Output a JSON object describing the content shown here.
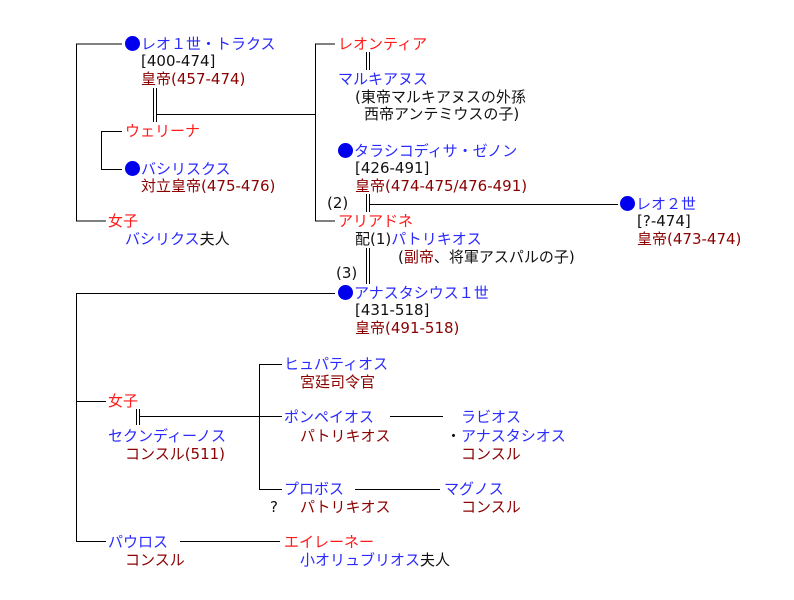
{
  "leo1": {
    "name": "レオ１世・トラクス",
    "life": "[400-474]",
    "reign": "皇帝(457-474)"
  },
  "verina": {
    "name": "ウェリーナ"
  },
  "basiliscus": {
    "name": "バシリスクス",
    "reign": "対立皇帝(475-476)"
  },
  "daughter1": {
    "name": "女子",
    "spouse": "バシリクス",
    "suffix": "夫人"
  },
  "leontia": {
    "name": "レオンティア"
  },
  "marcianus": {
    "name": "マルキアヌス",
    "note1": "(東帝マルキアヌスの外孫",
    "note2": "西帝アンテミウスの子)"
  },
  "zeno": {
    "name": "タラシコディサ・ゼノン",
    "life": "[426-491]",
    "reign": "皇帝(474-475/476-491)",
    "marker": "(2)"
  },
  "ariadne": {
    "name": "アリアドネ",
    "spouse_prefix": "配(1)",
    "spouse": "パトリキオス",
    "note_open": "(",
    "note_title": "副帝",
    "note_rest": "、将軍アスパルの子)"
  },
  "anastasius": {
    "name": "アナスタシウス１世",
    "life": "[431-518]",
    "reign": "皇帝(491-518)",
    "marker": "(3)"
  },
  "leo2": {
    "name": "レオ２世",
    "life": "[?-474]",
    "reign": "皇帝(473-474)"
  },
  "hypatius": {
    "name": "ヒュパティオス",
    "title": "宮廷司令官"
  },
  "daughter2": {
    "name": "女子"
  },
  "secundinus": {
    "name": "セクンディーノス",
    "title": "コンスル(511)"
  },
  "pompeius": {
    "name": "ポンペイオス",
    "title": "パトリキオス"
  },
  "rabios": {
    "name1": "ラビオス",
    "sep": "・",
    "name2": "アナスタシオス",
    "title": "コンスル"
  },
  "probus": {
    "name": "プロボス",
    "uncertain": "?",
    "title": "パトリキオス"
  },
  "magnus": {
    "name": "マグノス",
    "title": "コンスル"
  },
  "paulus": {
    "name": "パウロス",
    "title": "コンスル"
  },
  "irene": {
    "name": "エイレーネー",
    "spouse": "小オリュブリオス",
    "suffix": "夫人"
  },
  "colors": {
    "emperor_dot": "#0000ee",
    "male": "#2a2aff",
    "female": "#ff1a1a",
    "title": "#8b0000"
  }
}
